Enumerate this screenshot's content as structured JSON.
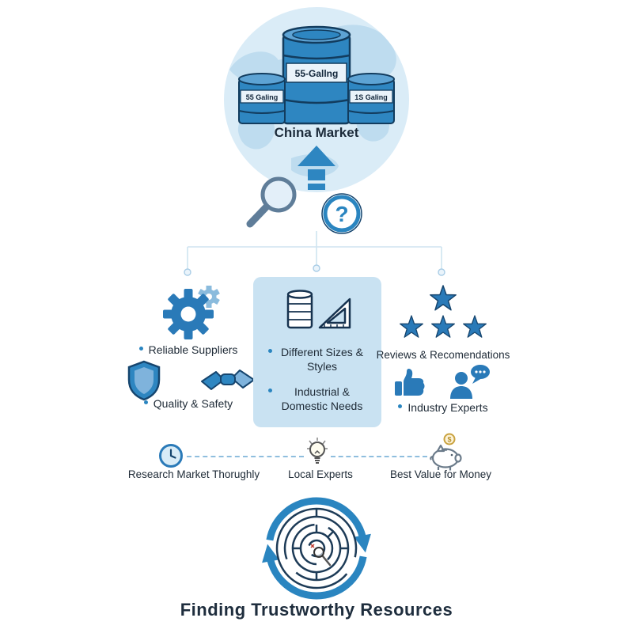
{
  "colors": {
    "primary": "#2a7ab8",
    "primary_dark": "#16456e",
    "barrel_blue": "#2e86c1",
    "light_blue": "#d9ecf7",
    "panel_blue": "#c9e2f2",
    "connector": "#cfe4f0",
    "text": "#202c38"
  },
  "top": {
    "market_label": "China Market",
    "barrels": [
      {
        "label": "55 Galing",
        "size": "small"
      },
      {
        "label": "55-Gallng",
        "size": "large"
      },
      {
        "label": "1S Galing",
        "size": "small"
      }
    ]
  },
  "glyphs": {
    "question": "?",
    "dollar": "$"
  },
  "columns": {
    "left": {
      "items": [
        {
          "label": "Reliable Suppliers"
        },
        {
          "label": "Quality & Safety"
        }
      ]
    },
    "center": {
      "items": [
        {
          "label": "Different Sizes & Styles"
        },
        {
          "label": "Industrial & Domestic Needs"
        }
      ]
    },
    "right": {
      "heading": "Reviews & Recomendations",
      "items": [
        {
          "label": "Industry Experts"
        }
      ]
    }
  },
  "tips": [
    {
      "label": "Research Market Thorughly",
      "icon": "clock"
    },
    {
      "label": "Local Experts",
      "icon": "light-bulb"
    },
    {
      "label": "Best Value for Money",
      "icon": "piggy-bank"
    }
  ],
  "footer": {
    "title": "Finding Trustworthy Resources"
  }
}
